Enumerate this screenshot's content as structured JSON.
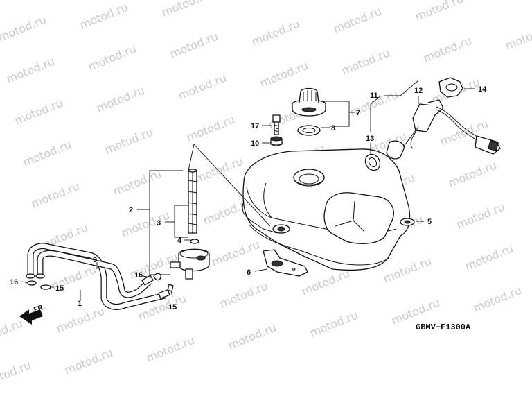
{
  "watermark": "motod.ru",
  "diagram_code": "GBMV−F1300A",
  "direction_label": "FR.",
  "callouts": {
    "c1": "1",
    "c2": "2",
    "c3": "3",
    "c4": "4",
    "c5": "5",
    "c6": "6",
    "c7": "7",
    "c8": "8",
    "c9": "9",
    "c10": "10",
    "c11": "11",
    "c12": "12",
    "c13": "13",
    "c14": "14",
    "c15a": "15",
    "c15b": "15",
    "c16a": "16",
    "c16b": "16",
    "c17": "17"
  },
  "colors": {
    "line": "#111111",
    "watermark": "#c9c9c9",
    "background": "#ffffff"
  }
}
